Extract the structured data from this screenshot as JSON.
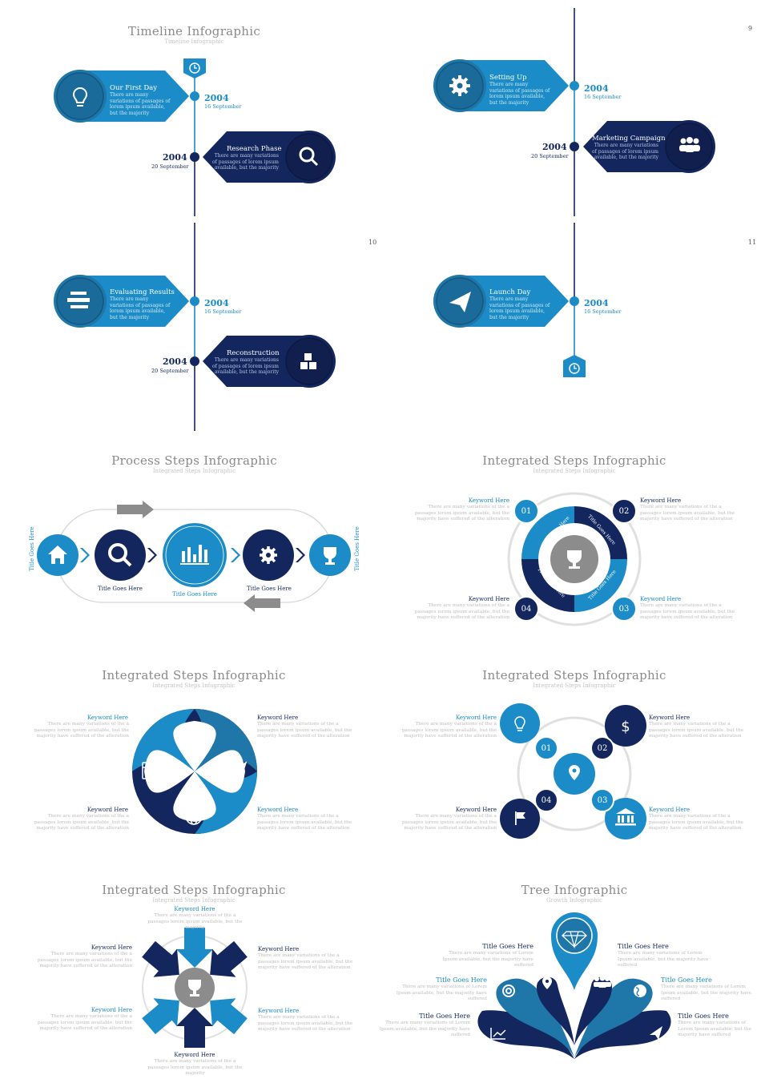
{
  "page_numbers": [
    "9",
    "10",
    "11"
  ],
  "timeline": {
    "title": "Timeline Infographic",
    "subtitle": "Timeline Infographic",
    "lorem": "There are many variations of passages of lorem ipsum available, but the majority",
    "items": [
      {
        "title": "Our First Day",
        "year": "2004",
        "date": "16 September",
        "icon": "lightbulb-icon"
      },
      {
        "title": "Research Phase",
        "year": "2004",
        "date": "20 September",
        "icon": "search-icon"
      },
      {
        "title": "Setting Up",
        "year": "2004",
        "date": "16 September",
        "icon": "gear-icon"
      },
      {
        "title": "Marketing Campaign",
        "year": "2004",
        "date": "20 September",
        "icon": "users-icon"
      },
      {
        "title": "Evaluating Results",
        "year": "2004",
        "date": "16 September",
        "icon": "list-icon"
      },
      {
        "title": "Reconstruction",
        "year": "2004",
        "date": "20 September",
        "icon": "cubes-icon"
      },
      {
        "title": "Launch Day",
        "year": "2004",
        "date": "16 September",
        "icon": "paper-plane-icon"
      }
    ]
  },
  "process": {
    "title": "Process Steps Infographic",
    "subtitle": "Integrated Steps Infographic",
    "side_label_left": "Title Goes Here",
    "side_label_right": "Title Goes Here",
    "step_labels": [
      "Title Goes Here",
      "Title Goes Here",
      "Title Goes Here"
    ]
  },
  "integrated1": {
    "title": "Integrated Steps Infographic",
    "subtitle": "Integrated Steps Infographic",
    "numbers": [
      "01",
      "02",
      "03",
      "04"
    ],
    "ring_labels": [
      "Title Goes Here",
      "Title Goes Here",
      "Title Goes Here",
      "Title Goes Here"
    ],
    "keyword": "Keyword Here",
    "text": "There are many variations of the a passages lorem ipsum available, but the majority have suffered of the alteration"
  },
  "integrated2": {
    "title": "Integrated Steps Infographic",
    "subtitle": "Integrated Steps Infographic",
    "keyword": "Keyword Here",
    "text": "There are many variations of the a passages lorem ipsum available, but the majority have suffered of the alteration"
  },
  "integrated3": {
    "title": "Integrated Steps Infographic",
    "subtitle": "Integrated Steps Infographic",
    "numbers": [
      "01",
      "02",
      "03",
      "04"
    ],
    "keyword": "Keyword Here",
    "text": "There are many variations of the a passages lorem ipsum available, but the majority have suffered of the alteration"
  },
  "integrated4": {
    "title": "Integrated Steps Infographic",
    "subtitle": "Integrated Steps Infographic",
    "keyword": "Keyword Here",
    "text": "There are many variations of the a passages lorem ipsum available, but the majority have suffered of the alteration",
    "text_short": "There are many variations of the a passages lorem ipsum available, but the majority"
  },
  "tree": {
    "title": "Tree Infographic",
    "subtitle": "Growth Infographic",
    "label": "Title Goes Here",
    "text": "There are many variations of Lorem Ipsum available, but the majority have suffered"
  },
  "colors": {
    "light_blue": "#1b8cc7",
    "mid_blue": "#1f76a8",
    "navy": "#13275e",
    "grey": "#8c8c8c"
  }
}
